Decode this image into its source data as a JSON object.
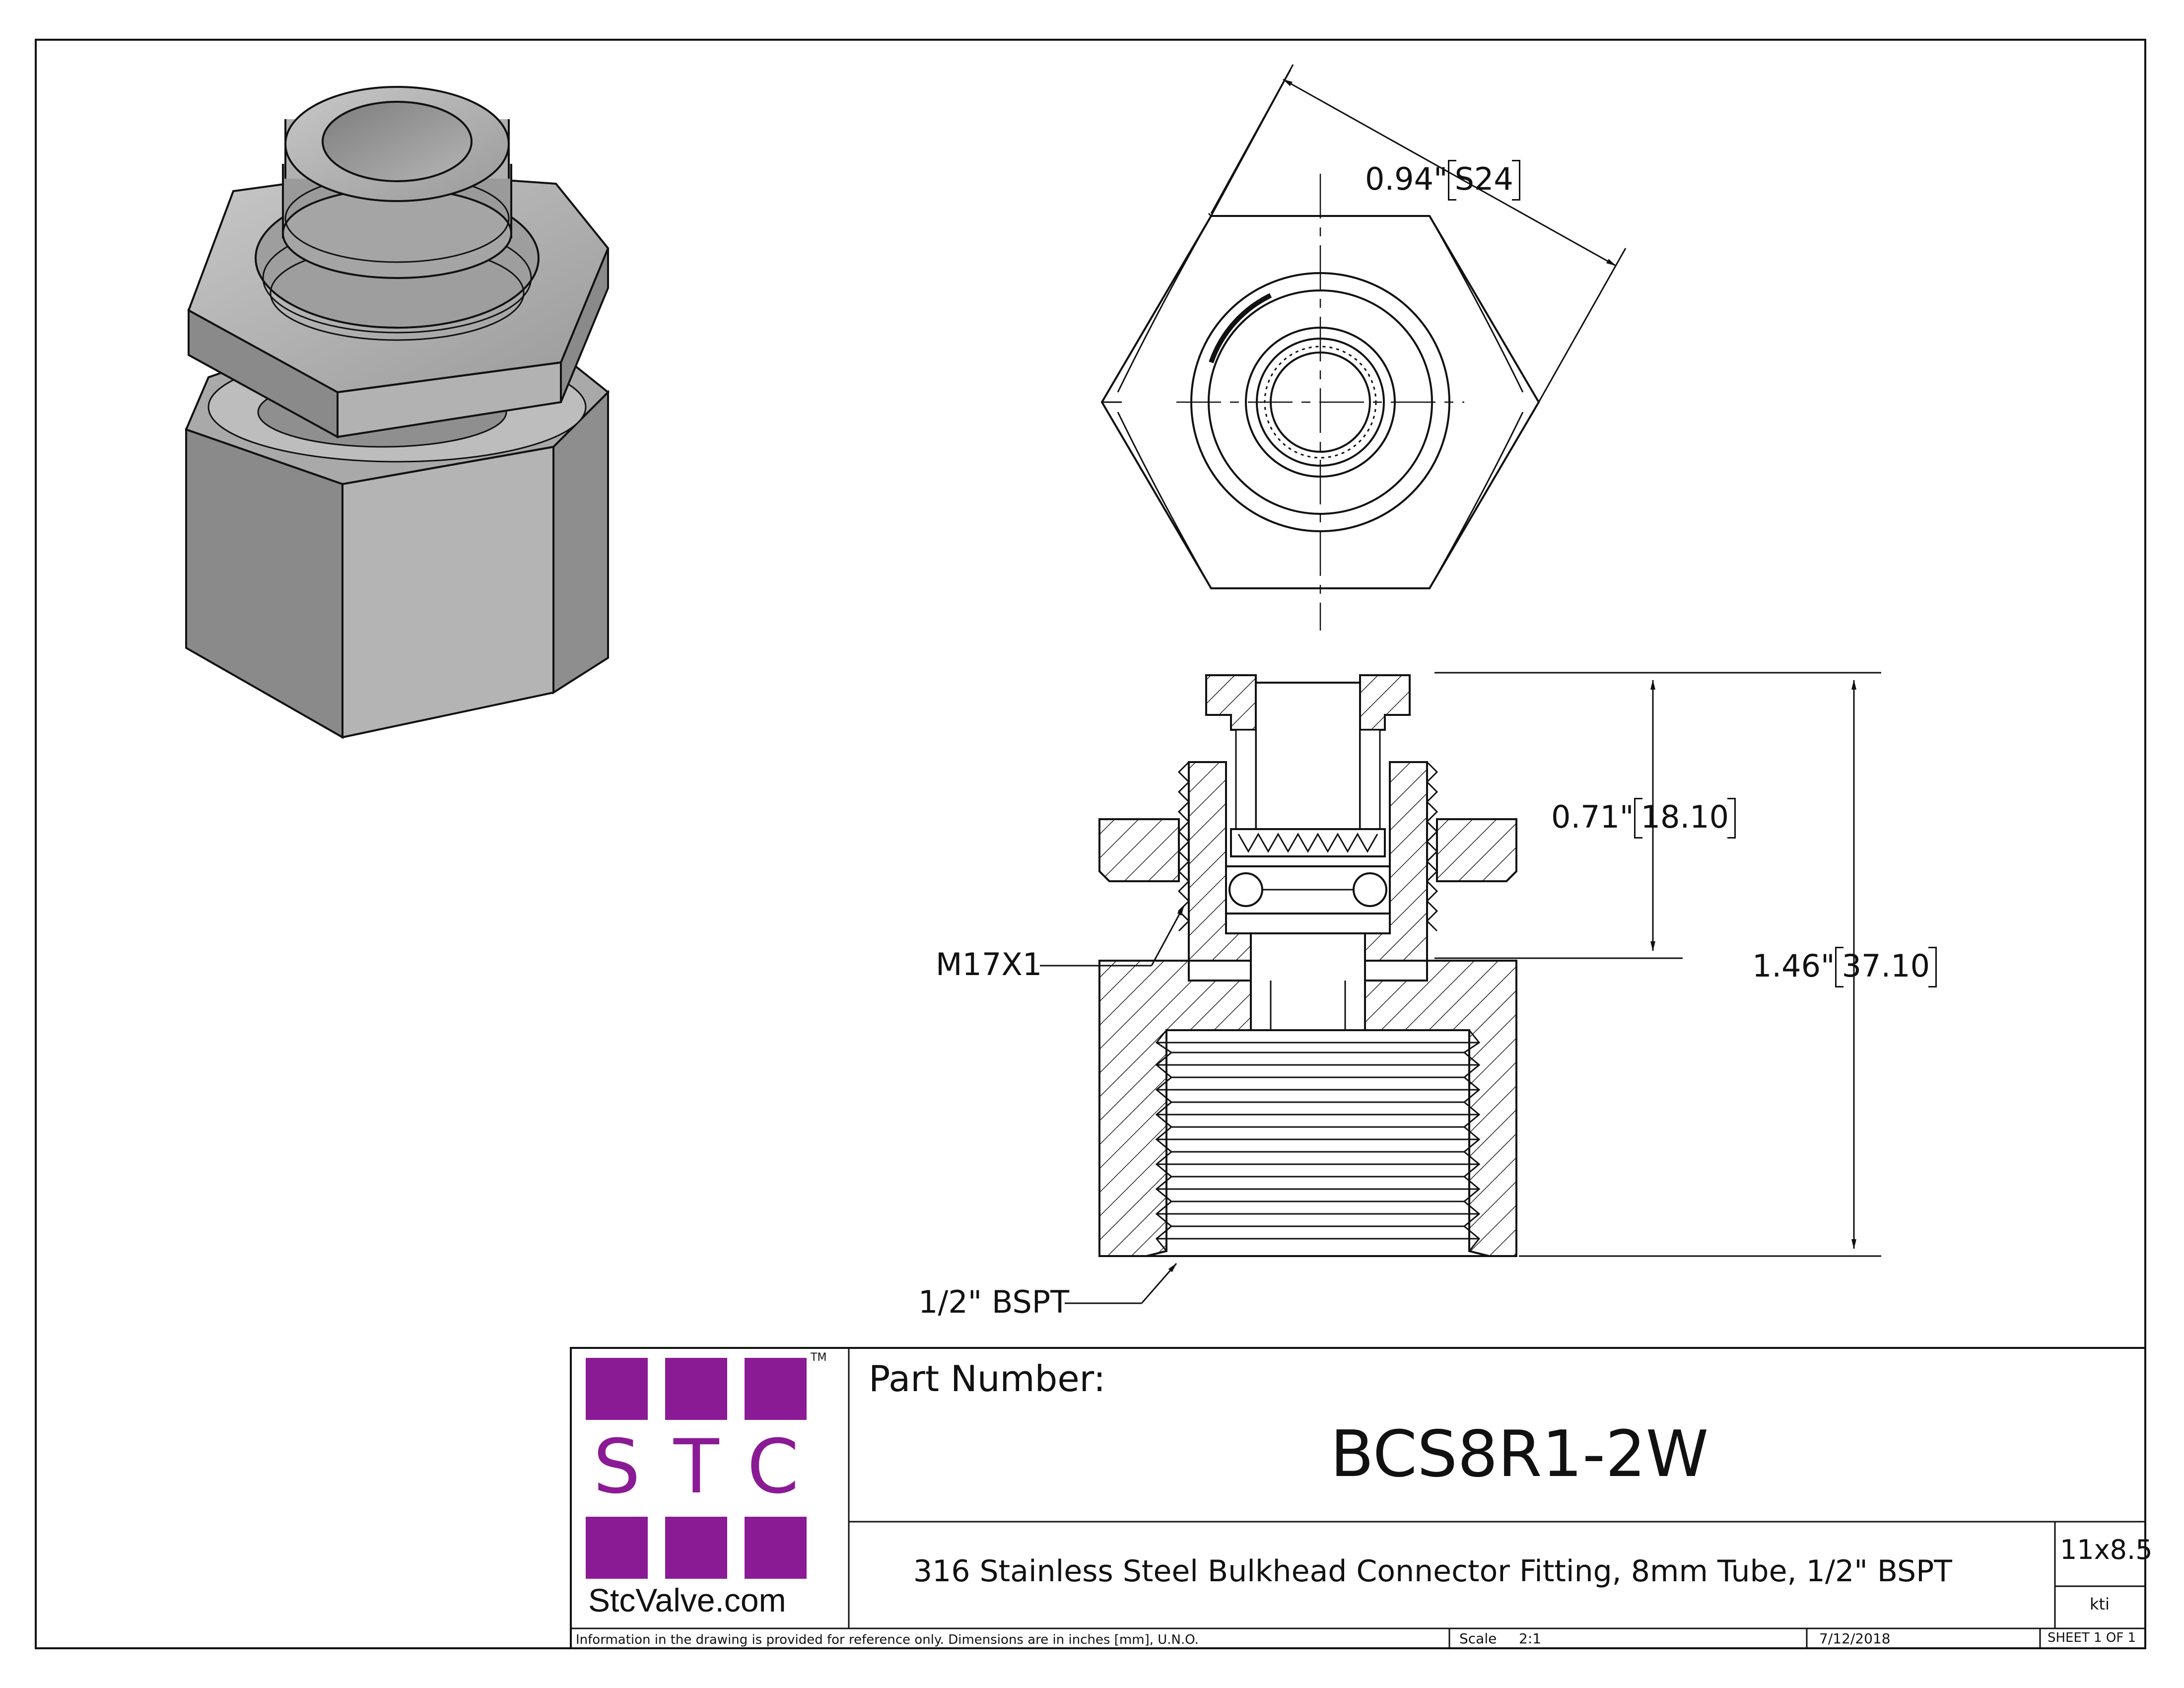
{
  "drawing": {
    "dimensions": {
      "across_flats_in": "0.94\"",
      "across_flats_mm": "S24",
      "upper_length_in": "0.71\"",
      "upper_length_mm": "18.10",
      "overall_length_in": "1.46\"",
      "overall_length_mm": "37.10"
    },
    "callouts": {
      "thread_upper": "M17X1",
      "thread_lower": "1/2\" BSPT"
    }
  },
  "title_block": {
    "logo": {
      "letters": [
        "S",
        "T",
        "C"
      ],
      "tm": "TM",
      "website": "StcValve.com",
      "color": "#8b1a95"
    },
    "part_number_label": "Part Number:",
    "part_number": "BCS8R1-2W",
    "description": "316 Stainless Steel Bulkhead Connector Fitting, 8mm Tube, 1/2\" BSPT",
    "size": "11x8.5",
    "drawn_by": "kti",
    "disclaimer": "Information in the drawing is provided for reference only. Dimensions are in inches [mm], U.N.O.",
    "scale_label": "Scale",
    "scale_value": "2:1",
    "date": "7/12/2018",
    "sheet": "SHEET 1 OF 1"
  }
}
